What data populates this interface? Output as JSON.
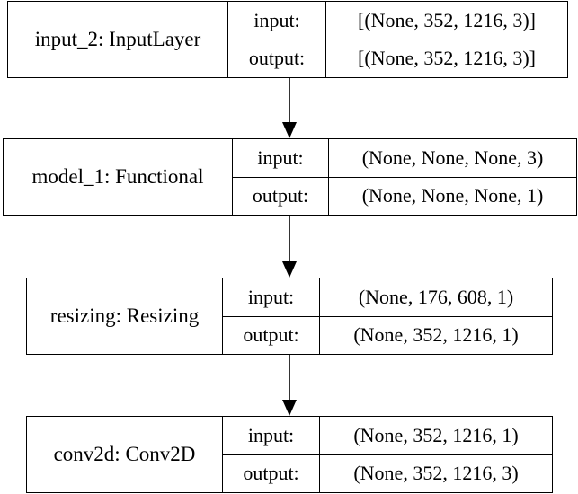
{
  "nodes": [
    {
      "name": "input_2: InputLayer",
      "input_label": "input:",
      "input_value": "[(None, 352, 1216, 3)]",
      "output_label": "output:",
      "output_value": "[(None, 352, 1216, 3)]"
    },
    {
      "name": "model_1: Functional",
      "input_label": "input:",
      "input_value": "(None, None, None, 3)",
      "output_label": "output:",
      "output_value": "(None, None, None, 1)"
    },
    {
      "name": "resizing: Resizing",
      "input_label": "input:",
      "input_value": "(None, 176, 608, 1)",
      "output_label": "output:",
      "output_value": "(None, 352, 1216, 1)"
    },
    {
      "name": "conv2d: Conv2D",
      "input_label": "input:",
      "input_value": "(None, 352, 1216, 1)",
      "output_label": "output:",
      "output_value": "(None, 352, 1216, 3)"
    }
  ],
  "edges": [
    {
      "from": "input_2: InputLayer",
      "to": "model_1: Functional"
    },
    {
      "from": "model_1: Functional",
      "to": "resizing: Resizing"
    },
    {
      "from": "resizing: Resizing",
      "to": "conv2d: Conv2D"
    }
  ]
}
